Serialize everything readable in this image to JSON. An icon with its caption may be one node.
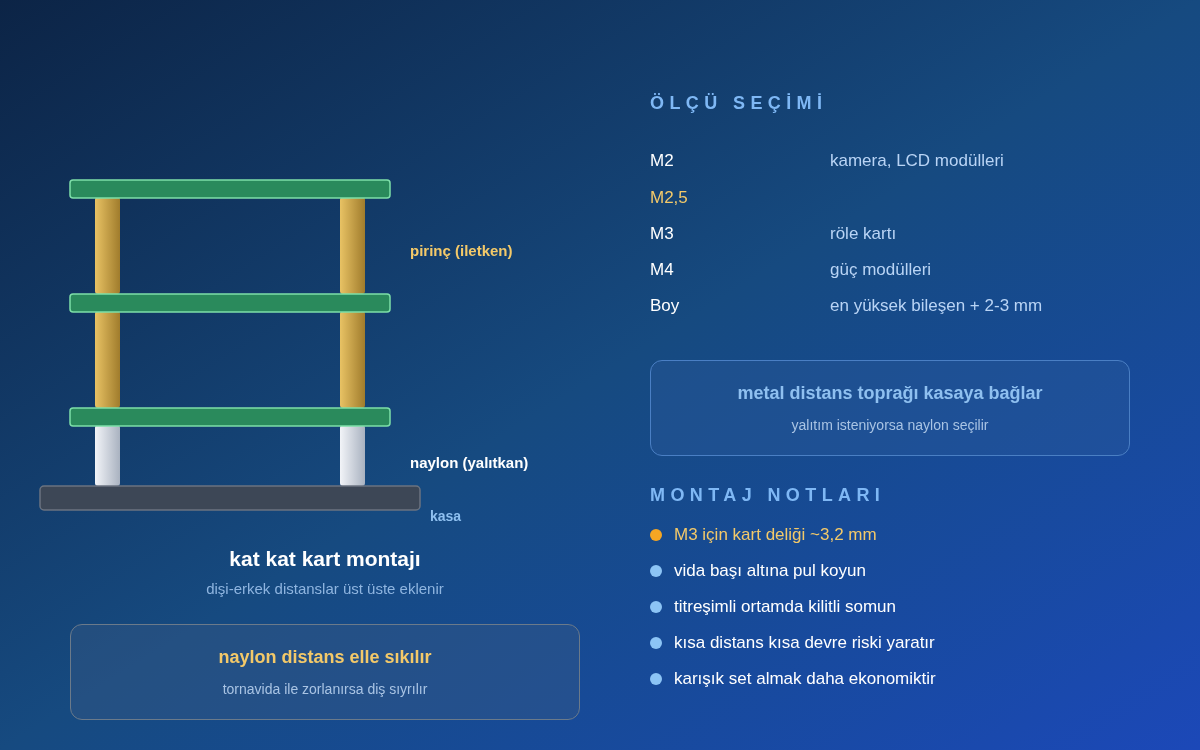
{
  "diagram": {
    "nodes": [
      {
        "text": [
          "metal distans toprağı kasaya bağlar",
          "yalıtım isteniyorsa naylon seçilir"
        ]
      },
      {
        "text": [
          "naylon distans elle sıkılır",
          "tornavida ile zorlanırsa diş sıyrılır"
        ]
      }
    ],
    "labels": [
      "pirinç (iletken)",
      "naylon (yalıtkan)",
      "kasa",
      "kat kat kart montajı",
      "dişi-erkek distanslar üst üste eklenir",
      "ÖLÇÜ SEÇİMİ",
      "M2",
      "kamera, LCD modülleri",
      "M2,5",
      "M3",
      "röle kartı",
      "M4",
      "güç modülleri",
      "Boy",
      "en yüksek bileşen + 2-3 mm",
      "MONTAJ NOTLARI",
      "M3 için kart deliği ~3,2 mm",
      "vida başı altına pul koyun",
      "titreşimli ortamda kilitli somun",
      "kısa distans kısa devre riski yaratır",
      "karışık set almak daha ekonomiktir"
    ]
  }
}
